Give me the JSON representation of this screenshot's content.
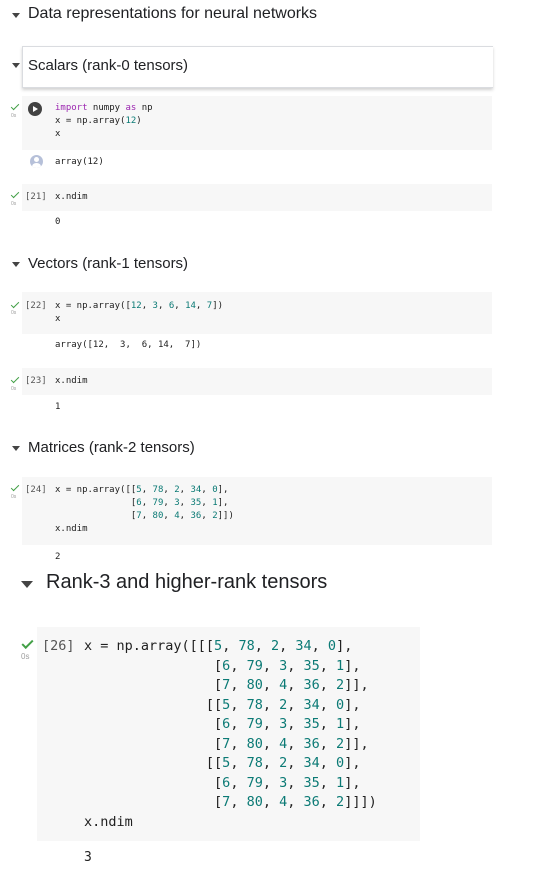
{
  "sections": {
    "s1": "Data representations for neural networks",
    "s2": "Scalars (rank-0 tensors)",
    "s3": "Vectors (rank-1 tensors)",
    "s4": "Matrices (rank-2 tensors)",
    "s5": "Rank-3 and higher-rank tensors"
  },
  "cells": {
    "c1": {
      "duration": "0s",
      "output": "array(12)"
    },
    "c2": {
      "exec": "[21]",
      "duration": "0s",
      "code": "x.ndim",
      "output": "0"
    },
    "c3": {
      "exec": "[22]",
      "duration": "0s",
      "output": "array([12,  3,  6, 14,  7])"
    },
    "c4": {
      "exec": "[23]",
      "duration": "0s",
      "code": "x.ndim",
      "output": "1"
    },
    "c5": {
      "exec": "[24]",
      "duration": "0s",
      "output": "2"
    },
    "c6": {
      "exec": "[26]",
      "duration": "0s",
      "output": "3"
    }
  },
  "colors": {
    "number": "#0b7a75",
    "keyword": "#9c27b0",
    "check": "#43a047",
    "cell_bg": "#f7f7f7"
  },
  "icons": {
    "caret": "caret-down-icon",
    "run": "play-circle-icon",
    "status": "check-icon",
    "output": "avatar-icon"
  }
}
